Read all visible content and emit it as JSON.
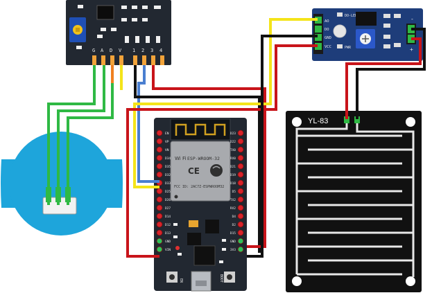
{
  "labels": {
    "adc_pins": [
      "G",
      "A",
      "D",
      "V",
      "1",
      "2",
      "3",
      "4"
    ],
    "rain_sensor_name": "YL-83",
    "esp32_chip_name": "ESP-WROOM-32",
    "esp32_chip_sub": "FCC ID: 2AC7Z-ESPWROOM32",
    "esp32_mark": "CE",
    "esp32_button_en": "EN",
    "esp32_button_boot": "BOOT",
    "module_pins": [
      "AO",
      "DO",
      "GND",
      "VCC"
    ],
    "module_led_pwr": "PWR",
    "module_led_do": "DO-LED",
    "module_out_plus": "+",
    "module_out_minus": "-",
    "esp32_left_header": [
      "EN",
      "VP",
      "VN",
      "D34",
      "D35",
      "D32",
      "D33",
      "D25",
      "D26",
      "D27",
      "D14",
      "D12",
      "D13",
      "GND",
      "VIN"
    ],
    "esp32_right_header": [
      "D23",
      "D22",
      "TX0",
      "RX0",
      "D21",
      "D19",
      "D18",
      "D5",
      "TX2",
      "RX2",
      "D4",
      "D2",
      "D15",
      "GND",
      "3V3"
    ]
  },
  "colors": {
    "board_dark": "#222831",
    "module_blue": "#1e3d7a",
    "rain_board": "#111111",
    "rain_trace": "#e8e8e8",
    "pump_blue": "#1ea5db",
    "wire_red": "#c8141a",
    "wire_black": "#111111",
    "wire_yellow": "#f4e41a",
    "wire_green": "#2fb944",
    "wire_orange": "#f08020",
    "wire_blue": "#4a7fd0",
    "header_pin_red": "#d8232a",
    "header_pin_green": "#2ec25a"
  },
  "icons": {
    "esp32_wifi_logo": "wifi-logo",
    "esp32_wifi_waves": "wifi-waves-icon",
    "esp32_usb": "micro-usb-port",
    "module_pot": "potentiometer-icon"
  }
}
